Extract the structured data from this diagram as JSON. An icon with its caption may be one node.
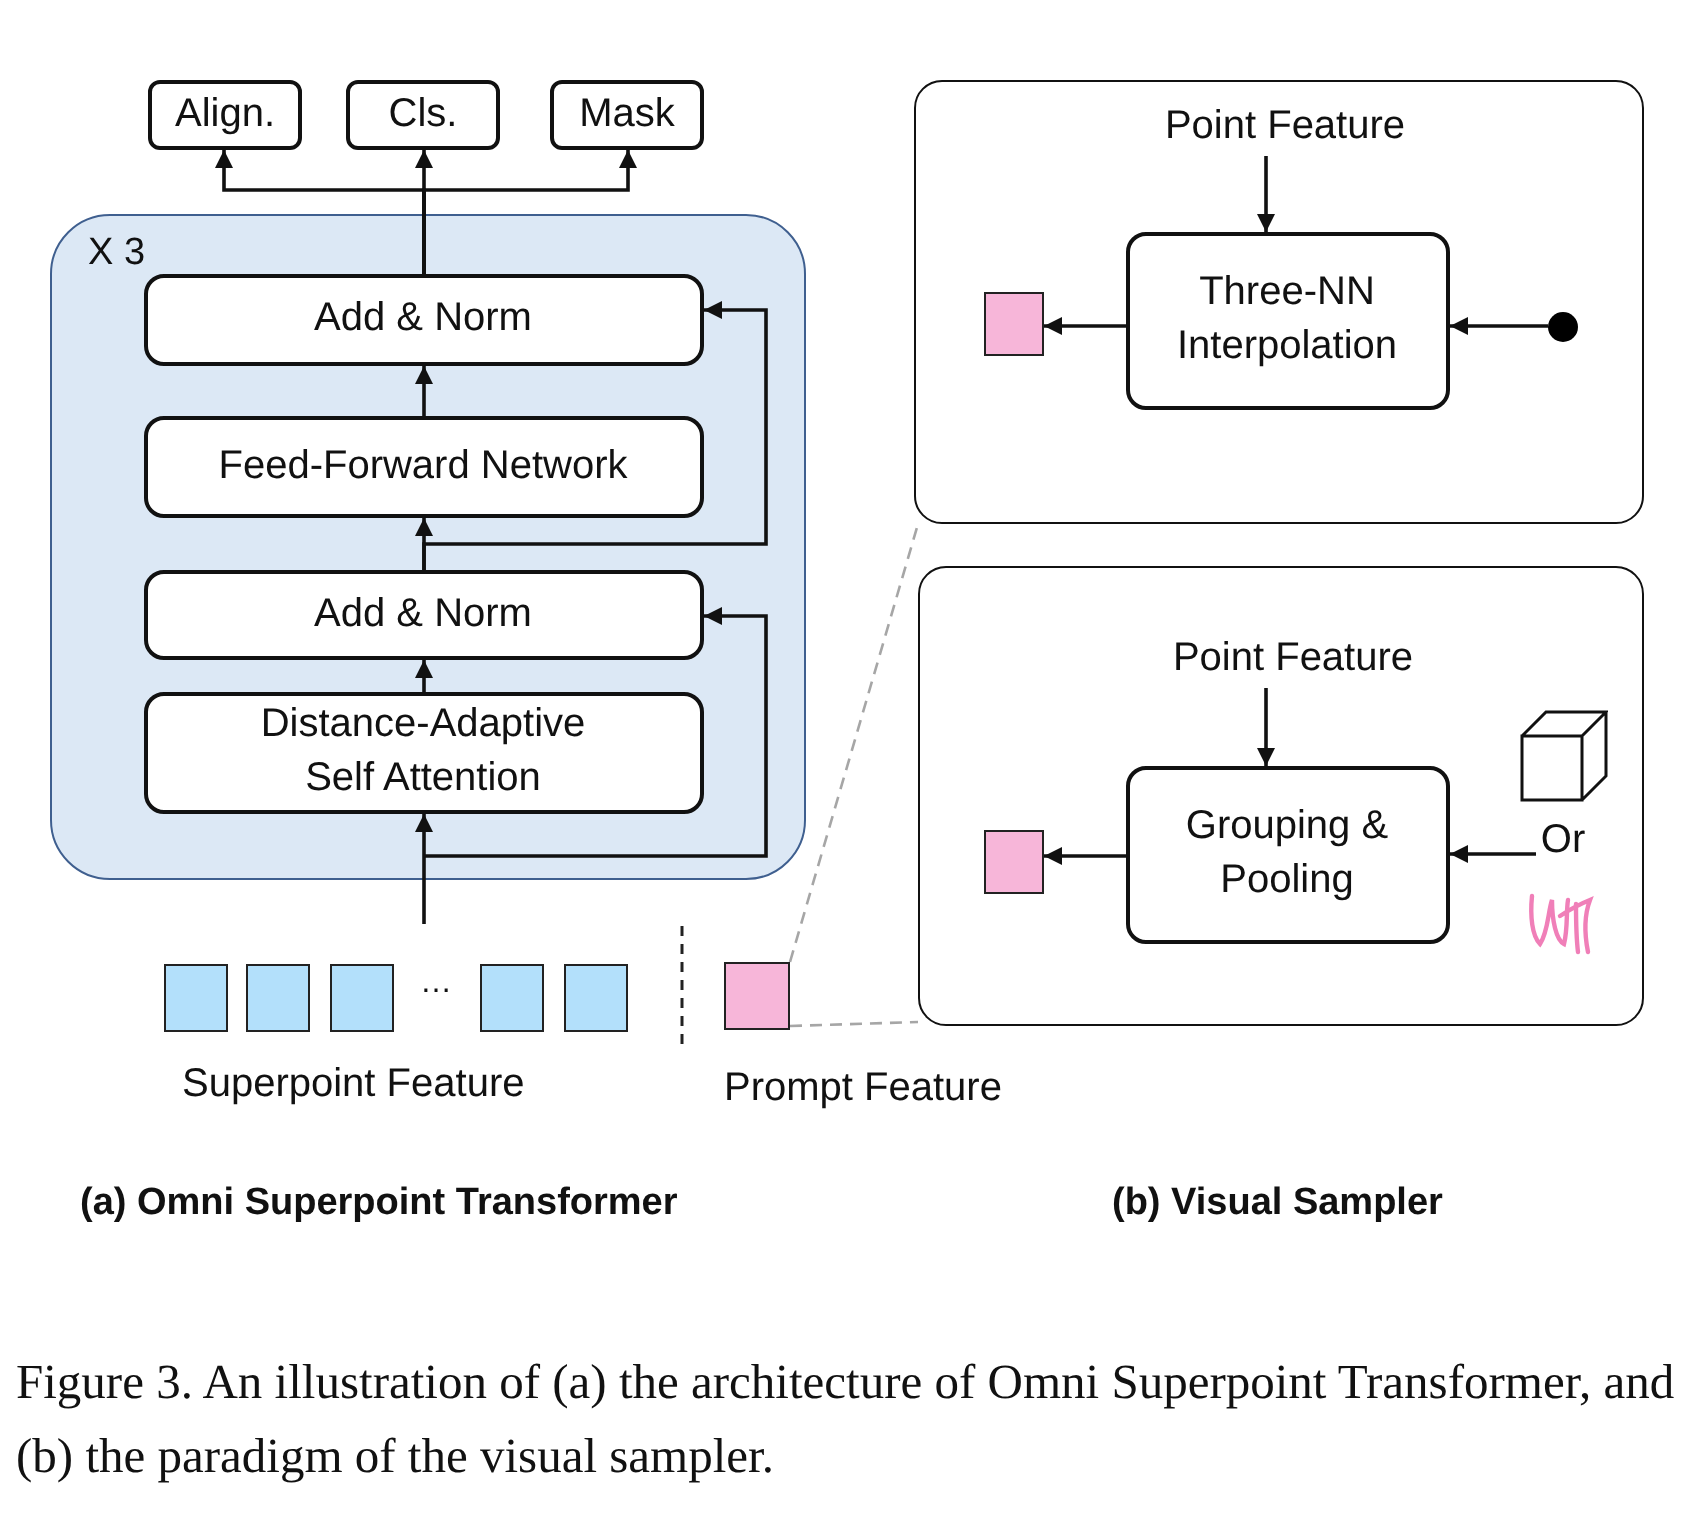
{
  "diagram": {
    "caption": "Figure 3.  An illustration of (a) the architecture of Omni Superpoint Transformer, and (b) the paradigm of the visual sampler.",
    "nodes": [
      {
        "text": [
          "Align."
        ]
      },
      {
        "text": [
          "Cls."
        ]
      },
      {
        "text": [
          "Mask"
        ]
      },
      {
        "text": [
          "X 3"
        ]
      },
      {
        "text": [
          "Add & Norm"
        ],
        "in": 3
      },
      {
        "text": [
          "Feed-Forward Network"
        ],
        "in": 3
      },
      {
        "text": [
          "Add & Norm"
        ],
        "in": 3
      },
      {
        "text": [
          "Distance-Adaptive Self Attention"
        ],
        "in": 3
      },
      {
        "text": [],
        "shape": "box"
      },
      {
        "text": [],
        "shape": "box"
      },
      {
        "text": [],
        "shape": "box"
      },
      {
        "text": [],
        "shape": "box"
      },
      {
        "text": [],
        "shape": "box"
      },
      {
        "text": [],
        "shape": "box",
        "beside": [
          "Prompt Feature"
        ]
      },
      {
        "text": [],
        "shape": "box"
      },
      {
        "text": [
          "Point Feature"
        ],
        "in": 14
      },
      {
        "text": [
          "Three-NN Interpolation"
        ],
        "in": 14
      },
      {
        "text": [],
        "shape": "box",
        "in": 14
      },
      {
        "text": [],
        "shape": "circle",
        "in": 14
      },
      {
        "text": [],
        "shape": "box"
      },
      {
        "text": [
          "Point Feature"
        ],
        "in": 19
      },
      {
        "text": [
          "Grouping & Pooling"
        ],
        "in": 19
      },
      {
        "text": [],
        "shape": "box",
        "in": 19
      },
      {
        "text": [],
        "shape": "cube",
        "in": 19
      },
      {
        "text": [
          "Or"
        ],
        "in": 19
      },
      {
        "text": [],
        "shape": "picture",
        "in": 19
      }
    ],
    "edges": [
      {
        "from": null,
        "to": 7,
        "arrow": "to"
      },
      {
        "from": 7,
        "to": 6,
        "arrow": "to"
      },
      {
        "from": null,
        "to": 6,
        "arrow": "to"
      },
      {
        "from": 6,
        "to": 5,
        "arrow": "to"
      },
      {
        "from": 6,
        "to": 4,
        "arrow": "to"
      },
      {
        "from": 5,
        "to": 4,
        "arrow": "to"
      },
      {
        "from": 4,
        "to": 0,
        "arrow": "to"
      },
      {
        "from": 4,
        "to": 1,
        "arrow": "to"
      },
      {
        "from": 4,
        "to": 2,
        "arrow": "to"
      },
      {
        "from": 15,
        "to": 16,
        "arrow": "to"
      },
      {
        "from": 16,
        "to": 17,
        "arrow": "to"
      },
      {
        "from": 18,
        "to": 16,
        "arrow": "to"
      },
      {
        "from": 20,
        "to": 21,
        "arrow": "to"
      },
      {
        "from": 21,
        "to": 22,
        "arrow": "to"
      },
      {
        "from": 24,
        "to": 21,
        "arrow": "to"
      },
      {
        "from": 13,
        "to": 14,
        "arrow": "none",
        "style": "dashed",
        "color": "#a6a6a6"
      },
      {
        "from": 13,
        "to": 19,
        "arrow": "none",
        "style": "dashed",
        "color": "#a6a6a6"
      }
    ],
    "labels": [
      "…",
      "Superpoint Feature",
      "(a) Omni Superpoint Transformer",
      "(b) Visual Sampler"
    ]
  }
}
